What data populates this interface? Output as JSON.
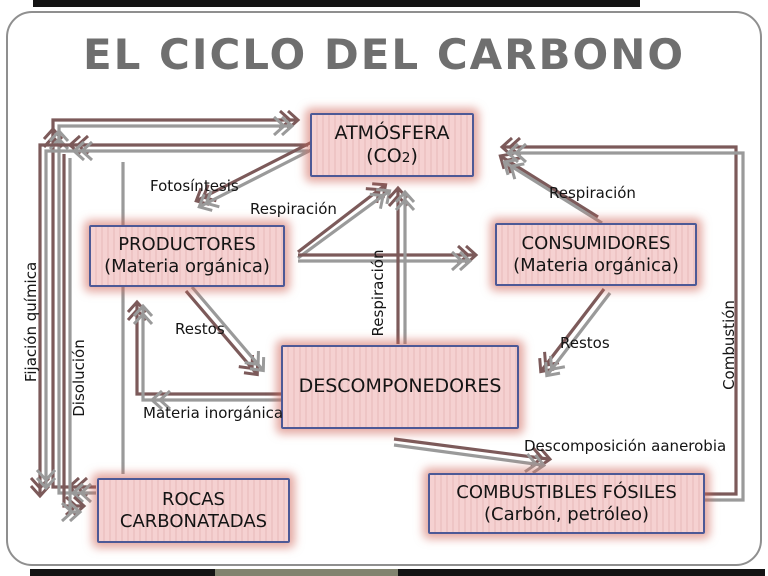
{
  "header": {
    "title": "EL CICLO DEL CARBONO"
  },
  "boxes": {
    "atmosfera": {
      "line1": "ATMÓSFERA",
      "co_prefix": "(CO",
      "co_sub": "2",
      "co_suffix": ")"
    },
    "productores": {
      "line1": "PRODUCTORES",
      "line2": "(Materia orgánica)"
    },
    "consumidores": {
      "line1": "CONSUMIDORES",
      "line2": "(Materia orgánica)"
    },
    "descomponedores": {
      "line1": "DESCOMPONEDORES"
    },
    "rocas": {
      "line1": "ROCAS",
      "line2": "CARBONATADAS"
    },
    "combustibles": {
      "line1": "COMBUSTIBLES FÓSILES",
      "line2": "(Carbón, petróleo)"
    }
  },
  "labels": {
    "fotosintesis": "Fotosíntesis",
    "respiracion_left": "Respiración",
    "respiracion_right": "Respiración",
    "respiracion_vertical": "Respiración",
    "restos_left": "Restos",
    "restos_right": "Restos",
    "materia_inorganica": "Materia inorgánica",
    "descomposicion": "Descomposición aanerobia",
    "fijacion_quimica": "Fijación química",
    "disolucion": "Disolución",
    "combustion": "Combustión"
  },
  "colors": {
    "box_fill": "#f5d1d1",
    "box_stripe": "#eec5c5",
    "box_border": "#4d5996",
    "box_glow": "#cf6f5f",
    "arrow_brown": "#7c5a5a",
    "arrow_gray": "#9a9a9a",
    "title_text": "#6f6f6f",
    "label_text": "#141414",
    "edge_bar": "#141414"
  }
}
